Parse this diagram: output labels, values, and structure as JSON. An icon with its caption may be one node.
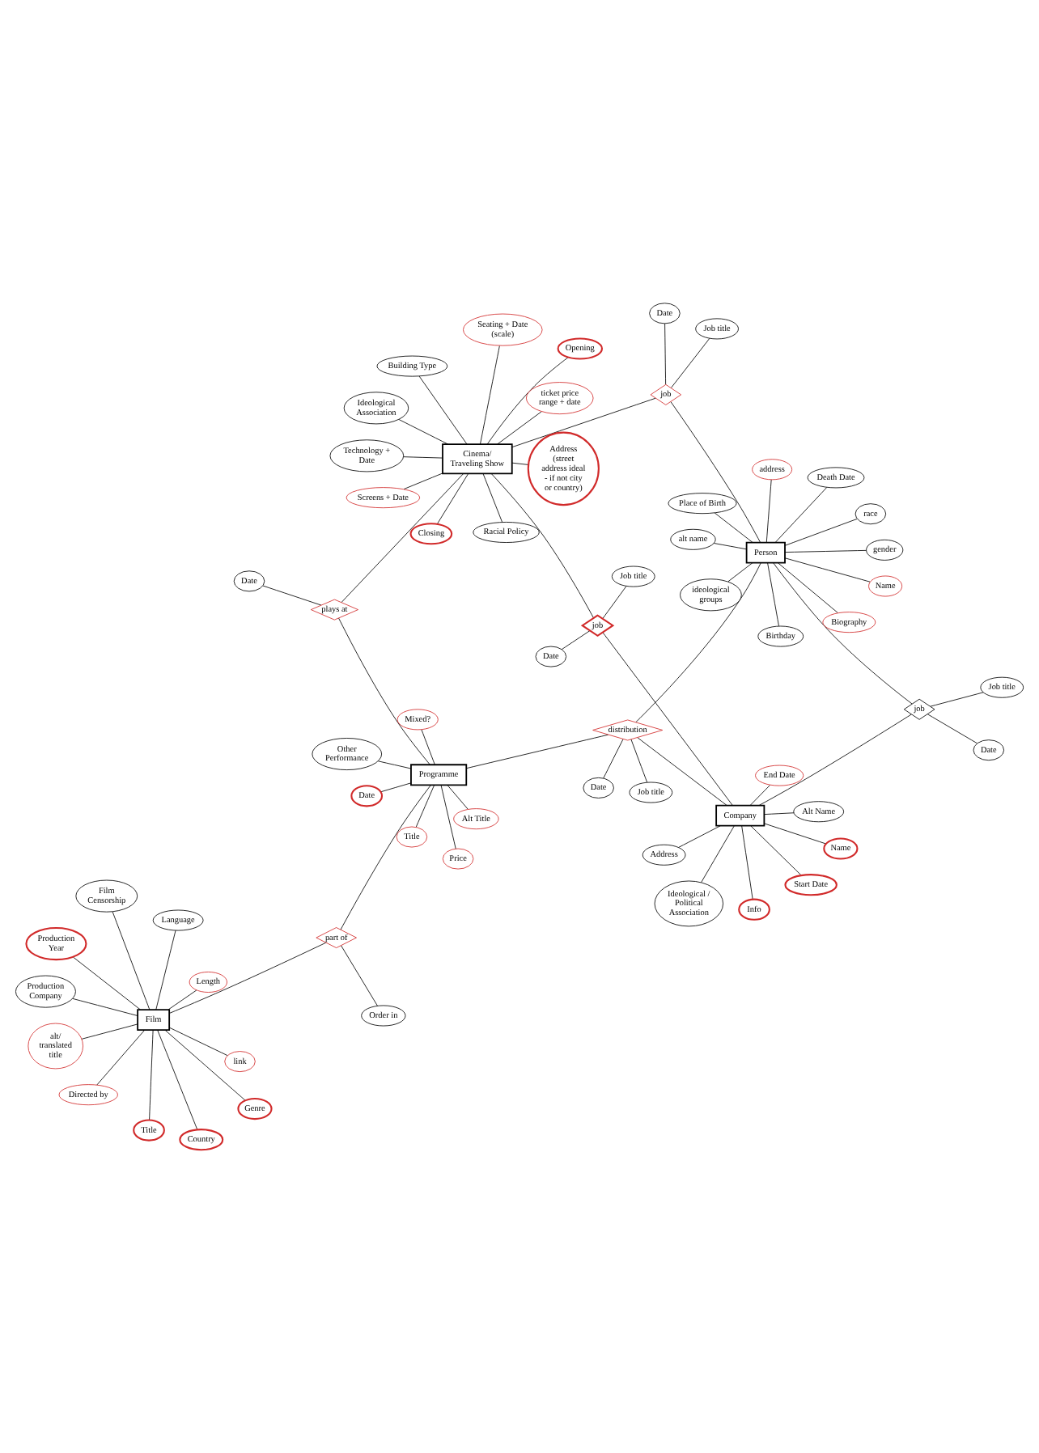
{
  "diagram": {
    "nodes": [
      {
        "text": [
          "Film"
        ]
      },
      {
        "text": [
          "Production Year"
        ]
      },
      {
        "text": [
          "Country"
        ]
      },
      {
        "text": [
          "alt/ translated title"
        ]
      },
      {
        "text": [
          "Production Company"
        ]
      },
      {
        "text": [
          "Film Censorship"
        ]
      },
      {
        "text": [
          "Title"
        ]
      },
      {
        "text": [
          "Language"
        ]
      },
      {
        "text": [
          "link"
        ]
      },
      {
        "text": [
          "Length"
        ]
      },
      {
        "text": [
          "Directed by"
        ]
      },
      {
        "text": [
          "Genre"
        ]
      },
      {
        "text": [
          "part of"
        ]
      },
      {
        "text": [
          "Order in"
        ]
      },
      {
        "text": [
          "Programme"
        ]
      },
      {
        "text": [
          "Alt Title"
        ]
      },
      {
        "text": [
          "Mixed?"
        ]
      },
      {
        "text": [
          "Price"
        ]
      },
      {
        "text": [
          "Date"
        ]
      },
      {
        "text": [
          "Title"
        ]
      },
      {
        "text": [
          "Other Performance"
        ]
      },
      {
        "text": [
          "plays at"
        ]
      },
      {
        "text": [
          "Date"
        ]
      },
      {
        "text": [
          "distribution"
        ]
      },
      {
        "text": [
          "Date"
        ]
      },
      {
        "text": [
          "Job title"
        ]
      },
      {
        "text": [
          "job"
        ]
      },
      {
        "text": [
          "Date"
        ]
      },
      {
        "text": [
          "Job title"
        ]
      },
      {
        "text": [
          "Person"
        ]
      },
      {
        "text": [
          "Place of Birth"
        ]
      },
      {
        "text": [
          "Death Date"
        ]
      },
      {
        "text": [
          "gender"
        ]
      },
      {
        "text": [
          "Biography"
        ]
      },
      {
        "text": [
          "Name"
        ]
      },
      {
        "text": [
          "race"
        ]
      },
      {
        "text": [
          "Birthday"
        ]
      },
      {
        "text": [
          "address"
        ]
      },
      {
        "text": [
          "ideological groups"
        ]
      },
      {
        "text": [
          "alt name"
        ]
      },
      {
        "text": [
          "Cinema/ Traveling Show"
        ]
      },
      {
        "text": [
          "Closing"
        ]
      },
      {
        "text": [
          "ticket price range + date"
        ]
      },
      {
        "text": [
          "Opening"
        ]
      },
      {
        "text": [
          "Ideological Association"
        ]
      },
      {
        "text": [
          "Building Type"
        ]
      },
      {
        "text": [
          "Address (street address ideal - if not city or country)"
        ]
      },
      {
        "text": [
          "Racial Policy"
        ]
      },
      {
        "text": [
          "Seating + Date (scale)"
        ]
      },
      {
        "text": [
          "Screens + Date"
        ]
      },
      {
        "text": [
          "Technology + Date"
        ]
      },
      {
        "text": [
          "job"
        ]
      },
      {
        "text": [
          "Date"
        ]
      },
      {
        "text": [
          "Job title"
        ]
      },
      {
        "text": [
          "Company"
        ]
      },
      {
        "text": [
          "Info"
        ]
      },
      {
        "text": [
          "Address"
        ]
      },
      {
        "text": [
          "Name"
        ]
      },
      {
        "text": [
          "End Date"
        ]
      },
      {
        "text": [
          "Start Date"
        ]
      },
      {
        "text": [
          "Ideological / Political Association"
        ]
      },
      {
        "text": [
          "Alt Name"
        ]
      },
      {
        "text": [
          "job"
        ]
      },
      {
        "text": [
          "Date"
        ]
      },
      {
        "text": [
          "Job title"
        ]
      }
    ],
    "edges": [
      {
        "from": 0,
        "to": 1,
        "arrow": "none"
      },
      {
        "from": 0,
        "to": 2,
        "arrow": "none"
      },
      {
        "from": 0,
        "to": 3,
        "arrow": "none"
      },
      {
        "from": 0,
        "to": 4,
        "arrow": "none"
      },
      {
        "from": 0,
        "to": 5,
        "arrow": "none"
      },
      {
        "from": 0,
        "to": 6,
        "arrow": "none"
      },
      {
        "from": 0,
        "to": 7,
        "arrow": "none"
      },
      {
        "from": 0,
        "to": 8,
        "arrow": "none"
      },
      {
        "from": 0,
        "to": 9,
        "arrow": "none"
      },
      {
        "from": 0,
        "to": 10,
        "arrow": "none"
      },
      {
        "from": 0,
        "to": 11,
        "arrow": "none"
      },
      {
        "from": 12,
        "to": 0,
        "arrow": "none"
      },
      {
        "from": 12,
        "to": 14,
        "arrow": "none"
      },
      {
        "from": 12,
        "to": 13,
        "arrow": "none"
      },
      {
        "from": 14,
        "to": 15,
        "arrow": "none"
      },
      {
        "from": 14,
        "to": 16,
        "arrow": "none"
      },
      {
        "from": 14,
        "to": 17,
        "arrow": "none"
      },
      {
        "from": 14,
        "to": 18,
        "arrow": "none"
      },
      {
        "from": 14,
        "to": 19,
        "arrow": "none"
      },
      {
        "from": 14,
        "to": 20,
        "arrow": "none"
      },
      {
        "from": 21,
        "to": 14,
        "arrow": "none"
      },
      {
        "from": 21,
        "to": 40,
        "arrow": "none"
      },
      {
        "from": 21,
        "to": 22,
        "arrow": "none"
      },
      {
        "from": 23,
        "to": 14,
        "arrow": "none"
      },
      {
        "from": 23,
        "to": 29,
        "arrow": "none"
      },
      {
        "from": 23,
        "to": 54,
        "arrow": "none"
      },
      {
        "from": 23,
        "to": 24,
        "arrow": "none"
      },
      {
        "from": 23,
        "to": 25,
        "arrow": "none"
      },
      {
        "from": 26,
        "to": 40,
        "arrow": "none"
      },
      {
        "from": 26,
        "to": 29,
        "arrow": "none"
      },
      {
        "from": 26,
        "to": 27,
        "arrow": "none"
      },
      {
        "from": 26,
        "to": 28,
        "arrow": "none"
      },
      {
        "from": 29,
        "to": 30,
        "arrow": "none"
      },
      {
        "from": 29,
        "to": 31,
        "arrow": "none"
      },
      {
        "from": 29,
        "to": 32,
        "arrow": "none"
      },
      {
        "from": 29,
        "to": 33,
        "arrow": "none"
      },
      {
        "from": 29,
        "to": 34,
        "arrow": "none"
      },
      {
        "from": 29,
        "to": 35,
        "arrow": "none"
      },
      {
        "from": 29,
        "to": 36,
        "arrow": "none"
      },
      {
        "from": 29,
        "to": 37,
        "arrow": "none"
      },
      {
        "from": 29,
        "to": 38,
        "arrow": "none"
      },
      {
        "from": 29,
        "to": 39,
        "arrow": "none"
      },
      {
        "from": 40,
        "to": 41,
        "arrow": "none"
      },
      {
        "from": 40,
        "to": 42,
        "arrow": "none"
      },
      {
        "from": 40,
        "to": 43,
        "arrow": "none"
      },
      {
        "from": 40,
        "to": 44,
        "arrow": "none"
      },
      {
        "from": 40,
        "to": 45,
        "arrow": "none"
      },
      {
        "from": 40,
        "to": 46,
        "arrow": "none"
      },
      {
        "from": 40,
        "to": 47,
        "arrow": "none"
      },
      {
        "from": 40,
        "to": 48,
        "arrow": "none"
      },
      {
        "from": 40,
        "to": 49,
        "arrow": "none"
      },
      {
        "from": 40,
        "to": 50,
        "arrow": "none"
      },
      {
        "from": 51,
        "to": 40,
        "arrow": "none"
      },
      {
        "from": 51,
        "to": 54,
        "arrow": "none"
      },
      {
        "from": 51,
        "to": 52,
        "arrow": "none"
      },
      {
        "from": 51,
        "to": 53,
        "arrow": "none"
      },
      {
        "from": 54,
        "to": 55,
        "arrow": "none"
      },
      {
        "from": 54,
        "to": 56,
        "arrow": "none"
      },
      {
        "from": 54,
        "to": 57,
        "arrow": "none"
      },
      {
        "from": 54,
        "to": 58,
        "arrow": "none"
      },
      {
        "from": 54,
        "to": 59,
        "arrow": "none"
      },
      {
        "from": 54,
        "to": 60,
        "arrow": "none"
      },
      {
        "from": 54,
        "to": 61,
        "arrow": "none"
      },
      {
        "from": 62,
        "to": 54,
        "arrow": "none"
      },
      {
        "from": 62,
        "to": 29,
        "arrow": "none"
      },
      {
        "from": 62,
        "to": 63,
        "arrow": "none"
      },
      {
        "from": 62,
        "to": 64,
        "arrow": "none"
      }
    ]
  }
}
